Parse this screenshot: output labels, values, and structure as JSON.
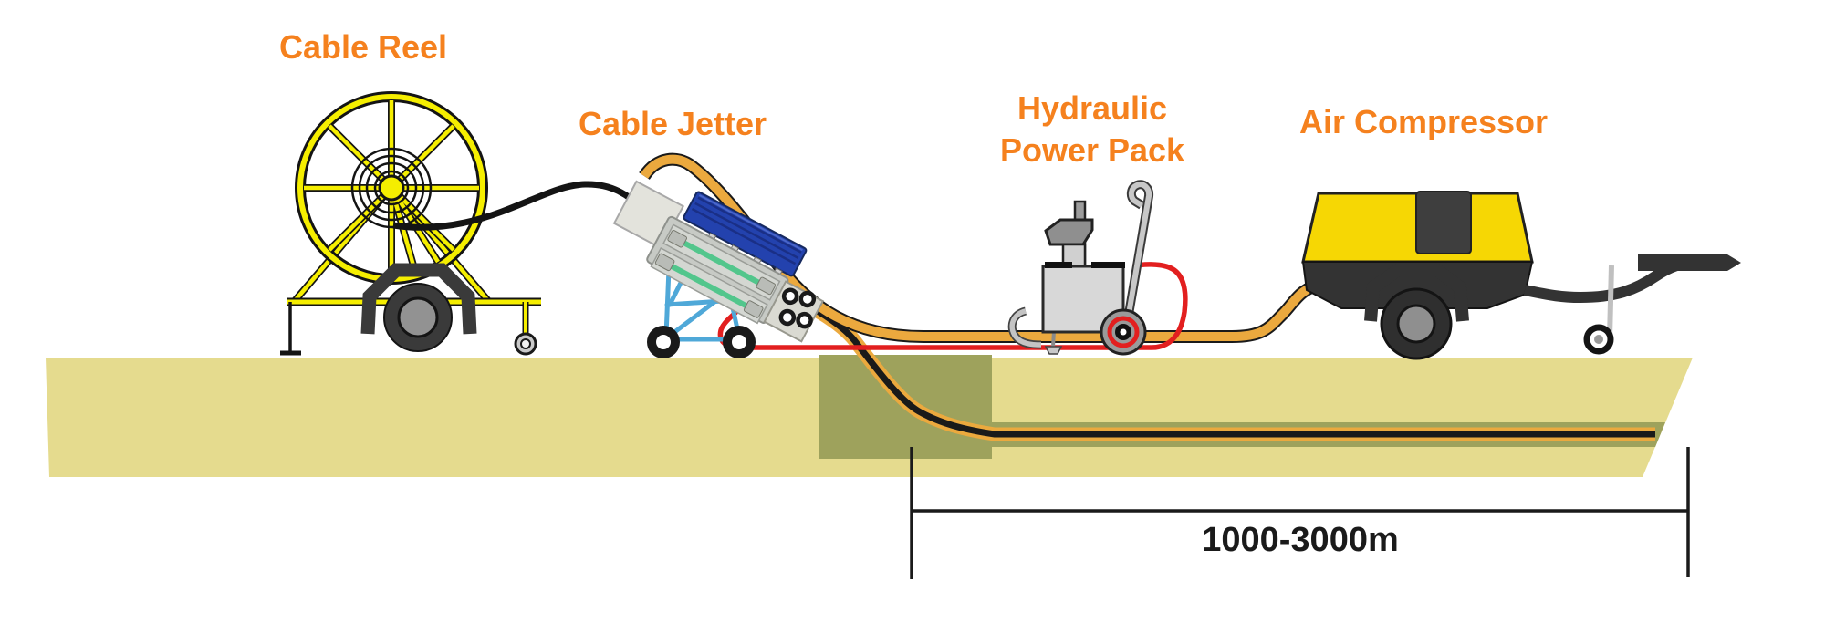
{
  "diagram": {
    "title_context": "Cable jetting / blowing equipment layout",
    "equipment": {
      "cable_reel": {
        "label": "Cable Reel"
      },
      "cable_jetter": {
        "label": "Cable Jetter"
      },
      "hydraulic_power_pack": {
        "label_line1": "Hydraulic",
        "label_line2": "Power Pack"
      },
      "air_compressor": {
        "label": "Air Compressor"
      }
    },
    "dimension": {
      "label": "1000-3000m"
    },
    "colors": {
      "label_orange": "#F5811E",
      "dimension_black": "#1A1A1A",
      "ground_khaki": "#E5DB8E",
      "trench_olive": "#9EA25C",
      "reel_yellow": "#F5EE00",
      "compressor_yellow": "#F6D704",
      "hose_orange": "#EBA93E",
      "hose_red": "#E21F1F",
      "cart_frame_blue": "#4FA8D8",
      "jetter_blue": "#2342AE",
      "jetter_green": "#52C68C"
    }
  }
}
